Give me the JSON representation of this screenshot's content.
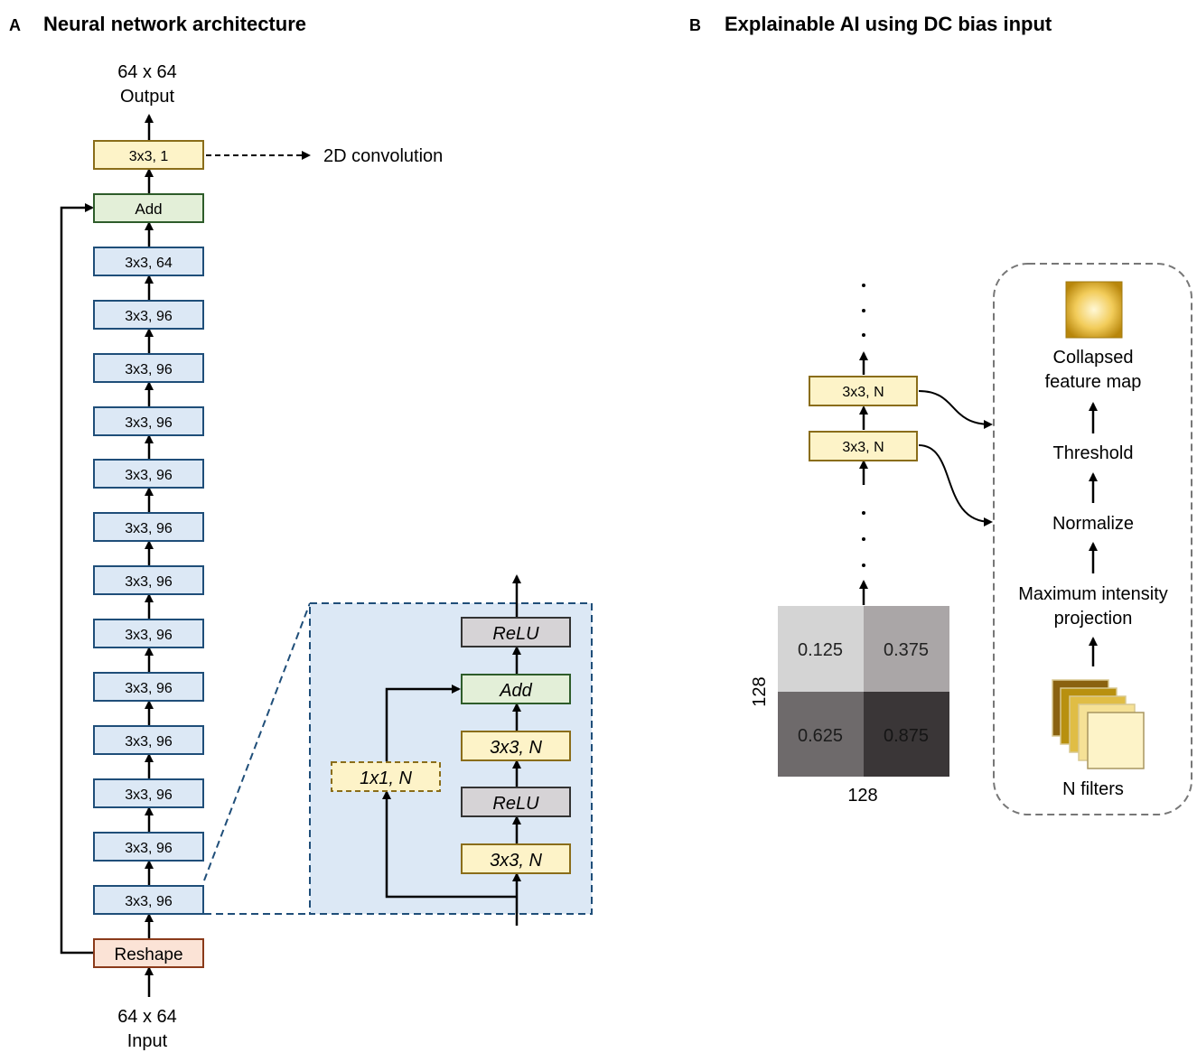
{
  "panel_a": {
    "letter": "A",
    "title": "Neural network architecture",
    "output_label_1": "64 x 64",
    "output_label_2": "Output",
    "input_label_1": "64 x 64",
    "input_label_2": "Input",
    "top_conv": "3x3, 1",
    "conv_annotation": "2D convolution",
    "add": "Add",
    "conv_64": "3x3, 64",
    "conv_96": "3x3, 96",
    "reshape": "Reshape",
    "zoom": {
      "relu": "ReLU",
      "add": "Add",
      "conv_n": "3x3, N",
      "shortcut": "1x1, N"
    }
  },
  "panel_b": {
    "letter": "B",
    "title": "Explainable AI using DC bias input",
    "layer": "3x3, N",
    "grid_values": [
      "0.125",
      "0.375",
      "0.625",
      "0.875"
    ],
    "grid_x_label": "128",
    "grid_y_label": "128",
    "steps": {
      "collapsed_1": "Collapsed",
      "collapsed_2": "feature map",
      "threshold": "Threshold",
      "normalize": "Normalize",
      "mip_1": "Maximum intensity",
      "mip_2": "projection",
      "filters": "N filters"
    }
  },
  "colors": {
    "blue_fill": "#dce8f5",
    "blue_stroke": "#1f4e79",
    "yellow_fill": "#fdf3c8",
    "yellow_stroke": "#8a6d1a",
    "green_fill": "#e3efd8",
    "green_stroke": "#2e5c2a",
    "orange_fill": "#fbe3d6",
    "orange_stroke": "#8a3a1a",
    "gray_fill": "#d6d3d6",
    "zoom_bg": "#dce8f5",
    "grid": [
      "#d4d4d4",
      "#aaa6a7",
      "#6e6a6b",
      "#3a3637"
    ]
  }
}
